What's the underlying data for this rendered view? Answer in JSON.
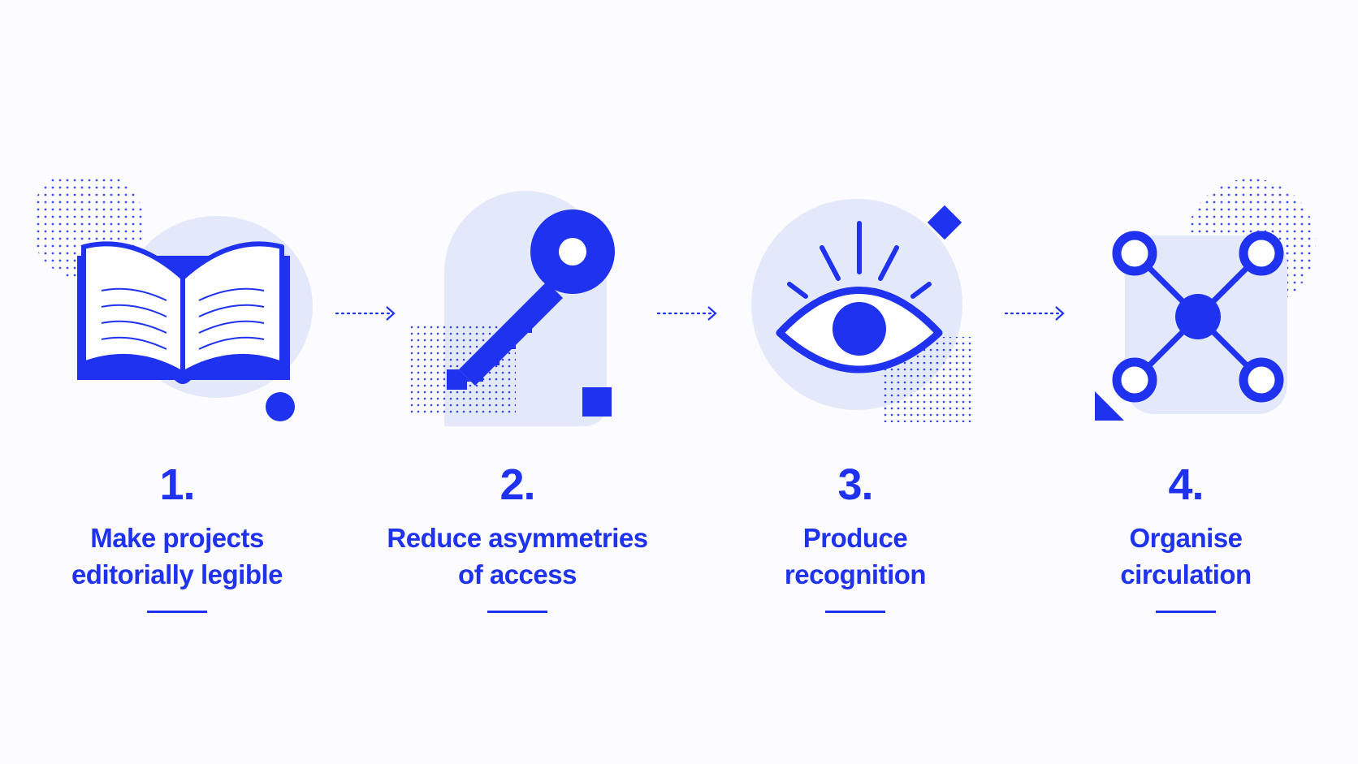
{
  "colors": {
    "accent": "#1f32f0",
    "tint": "#e4e8fb",
    "background": "#fcfcfe"
  },
  "steps": [
    {
      "number": "1.",
      "label": "Make projects\neditorially legible",
      "icon": "open-book-icon"
    },
    {
      "number": "2.",
      "label": "Reduce asymmetries\nof access",
      "icon": "key-icon"
    },
    {
      "number": "3.",
      "label": "Produce\nrecognition",
      "icon": "eye-icon"
    },
    {
      "number": "4.",
      "label": "Organise\ncirculation",
      "icon": "network-icon"
    }
  ],
  "connectors": [
    "dotted-arrow-icon",
    "dotted-arrow-icon",
    "dotted-arrow-icon"
  ]
}
